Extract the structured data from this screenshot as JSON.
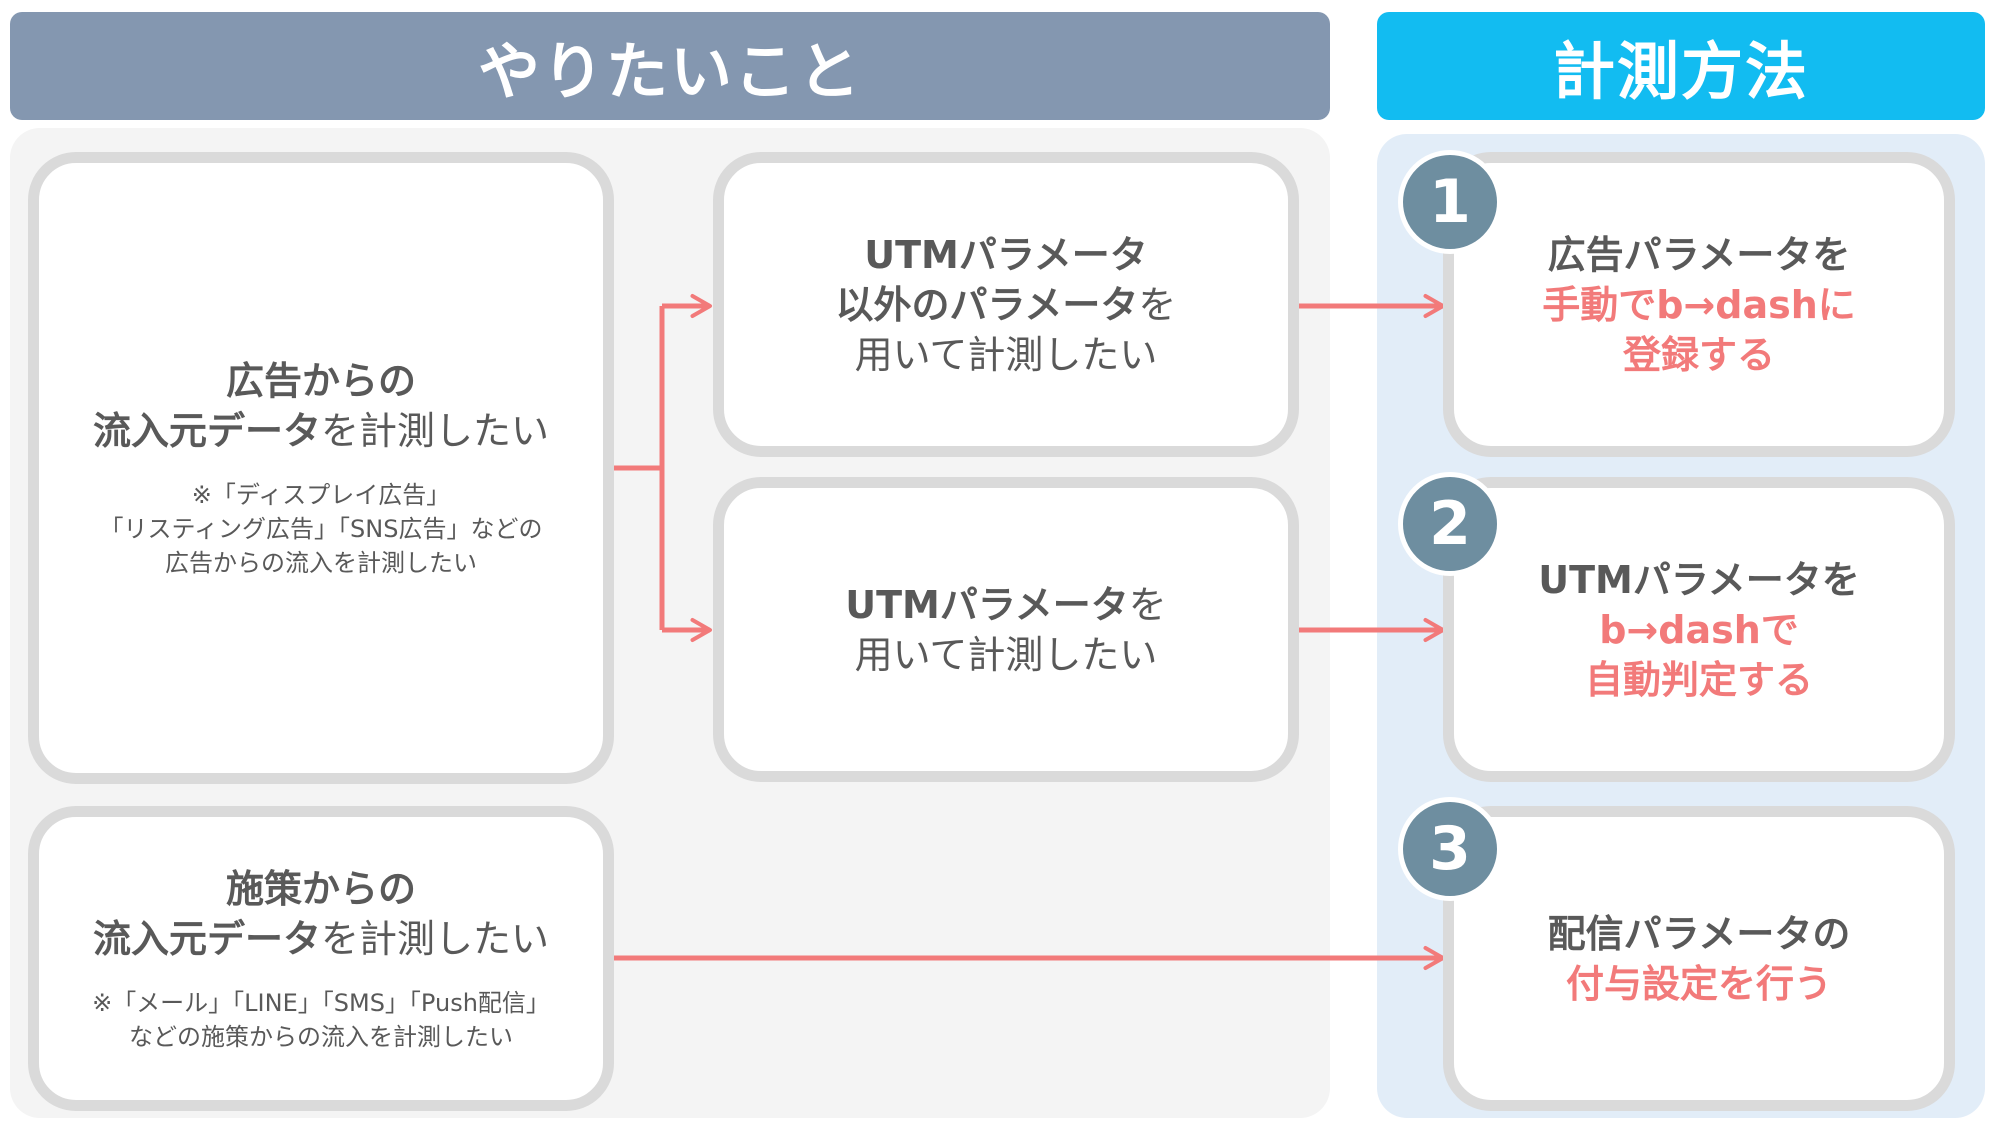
{
  "headers": {
    "left": "やりたいこと",
    "right": "計測方法"
  },
  "wants": {
    "ad": {
      "title_line1": "広告からの",
      "title_line2_bold": "流入元データ",
      "title_line2_rest": "を計測したい",
      "note_line1": "※「ディスプレイ広告」",
      "note_line2": "「リスティング広告」「SNS広告」などの",
      "note_line3": "広告からの流入を計測したい"
    },
    "other_param": {
      "line1": "UTMパラメータ",
      "line2_bold": "以外のパラメータ",
      "line2_rest": "を",
      "line3": "用いて計測したい"
    },
    "utm_param": {
      "line1_bold": "UTMパラメータ",
      "line1_rest": "を",
      "line2": "用いて計測したい"
    },
    "campaign": {
      "title_line1": "施策からの",
      "title_line2_bold": "流入元データ",
      "title_line2_rest": "を計測したい",
      "note_line1": "※「メール」「LINE」「SMS」「Push配信」",
      "note_line2": "などの施策からの流入を計測したい"
    }
  },
  "methods": {
    "m1": {
      "number": "1",
      "line1": "広告パラメータを",
      "line2": "手動でb→dashに",
      "line3": "登録する"
    },
    "m2": {
      "number": "2",
      "line1": "UTMパラメータを",
      "line2": "b→dashで",
      "line3": "自動判定する"
    },
    "m3": {
      "number": "3",
      "line1": "配信パラメータの",
      "line2": "付与設定を行う"
    }
  },
  "colors": {
    "header_left": "#8497b0",
    "header_right": "#12bcf1",
    "arrow": "#f27a7a",
    "badge": "#6e8ea0",
    "highlight_text": "#f27a7a"
  }
}
